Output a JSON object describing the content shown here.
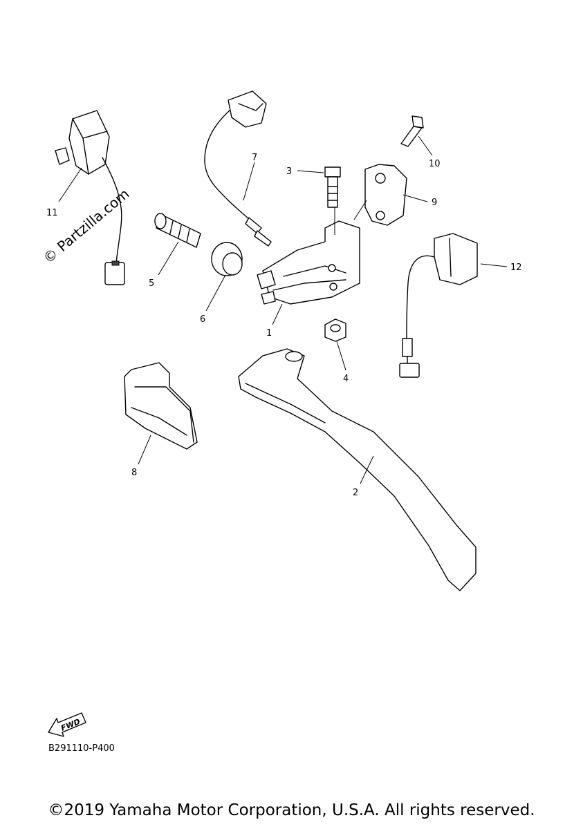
{
  "watermark": "© Partzilla.com",
  "callouts": {
    "p1": "1",
    "p2": "2",
    "p3": "3",
    "p4": "4",
    "p5": "5",
    "p6": "6",
    "p7": "7",
    "p8": "8",
    "p9": "9",
    "p10": "10",
    "p11": "11",
    "p12": "12"
  },
  "fwd_label": "FWD",
  "diagram_code": "B291110-P400",
  "copyright": "©2019 Yamaha Motor Corporation, U.S.A. All rights reserved."
}
